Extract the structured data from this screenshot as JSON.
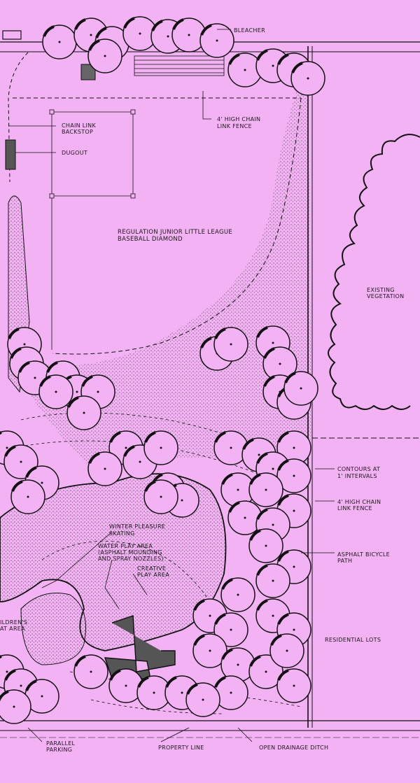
{
  "colors": {
    "background": "#f3b2f3",
    "ink": "#111111",
    "stipple": "#333333"
  },
  "labels": {
    "bleacher": "BLEACHER",
    "chain_link_backstop_1": "CHAIN LINK",
    "chain_link_backstop_2": "BACKSTOP",
    "dugout": "DUGOUT",
    "fence_top_1": "4' HIGH CHAIN",
    "fence_top_2": "LINK FENCE",
    "diamond_1": "REGULATION JUNIOR LITTLE LEAGUE",
    "diamond_2": "BASEBALL DIAMOND",
    "existing_vegetation_1": "EXISTING",
    "existing_vegetation_2": "VEGETATION",
    "contours_1": "CONTOURS AT",
    "contours_2": "1' INTERVALS",
    "fence_side_1": "4' HIGH CHAIN",
    "fence_side_2": "LINK FENCE",
    "winter_skating_1": "WINTER PLEASURE",
    "winter_skating_2": "SKATING",
    "water_play_1": "WATER PLAY AREA",
    "water_play_2": "(ASPHALT MOUNDING",
    "water_play_3": "AND SPRAY NOZZLES)",
    "creative_play_1": "CREATIVE",
    "creative_play_2": "PLAY AREA",
    "bicycle_path_1": "ASPHALT BICYCLE",
    "bicycle_path_2": "PATH",
    "childrens_area_1": "ILDREN'S",
    "childrens_area_2": "AT AREA",
    "residential_lots": "RESIDENTIAL LOTS",
    "parallel_parking_1": "PARALLEL",
    "parallel_parking_2": "PARKING",
    "property_line": "PROPERTY LINE",
    "drainage_ditch": "OPEN DRAINAGE DITCH"
  }
}
